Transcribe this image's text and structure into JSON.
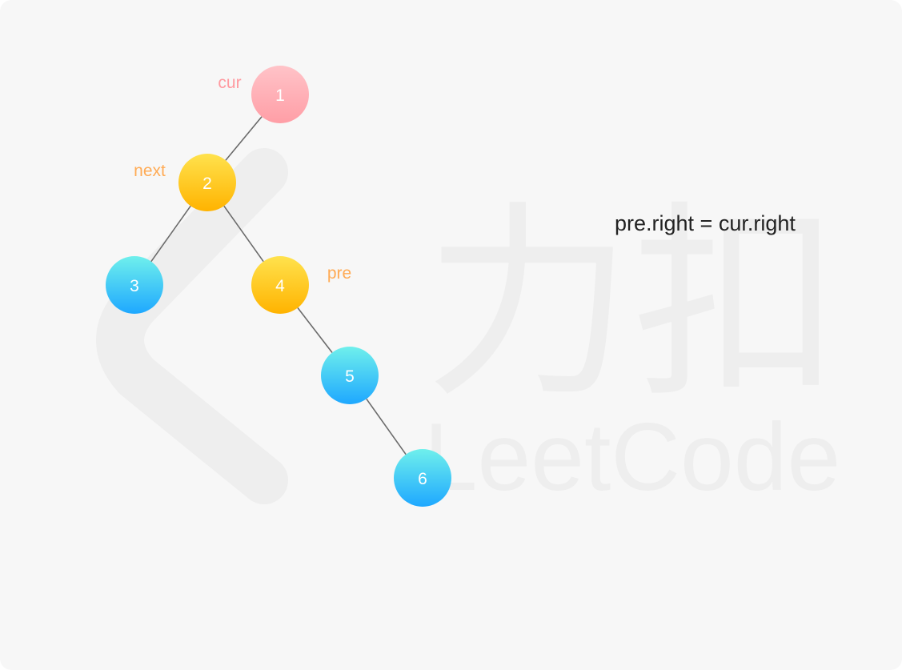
{
  "colors": {
    "background": "#f7f7f7",
    "edge": "#6b6b6b",
    "cur_node_top": "#ffc3c8",
    "cur_node_bottom": "#ff9ea6",
    "highlight_node_top": "#ffe24d",
    "highlight_node_bottom": "#ffb300",
    "default_node_top": "#6ff0ec",
    "default_node_bottom": "#1ea8ff",
    "cur_label": "#ff9aa0",
    "orange_label": "#ffab55",
    "watermark": "#eeeeee"
  },
  "watermark": {
    "logo": "leetcode-logo",
    "chinese_text": "力扣",
    "text": "LeetCode"
  },
  "tree": {
    "nodes": [
      {
        "id": "n1",
        "label": "1",
        "style": "cur"
      },
      {
        "id": "n2",
        "label": "2",
        "style": "highlight"
      },
      {
        "id": "n3",
        "label": "3",
        "style": "default"
      },
      {
        "id": "n4",
        "label": "4",
        "style": "highlight"
      },
      {
        "id": "n5",
        "label": "5",
        "style": "default"
      },
      {
        "id": "n6",
        "label": "6",
        "style": "default"
      }
    ],
    "edges": [
      [
        "n1",
        "n2"
      ],
      [
        "n2",
        "n3"
      ],
      [
        "n2",
        "n4"
      ],
      [
        "n4",
        "n5"
      ],
      [
        "n5",
        "n6"
      ]
    ],
    "pointers": [
      {
        "node": "n1",
        "text": "cur",
        "color": "cur_label"
      },
      {
        "node": "n2",
        "text": "next",
        "color": "orange_label"
      },
      {
        "node": "n4",
        "text": "pre",
        "color": "orange_label"
      }
    ]
  },
  "code": {
    "line": "pre.right = cur.right"
  }
}
